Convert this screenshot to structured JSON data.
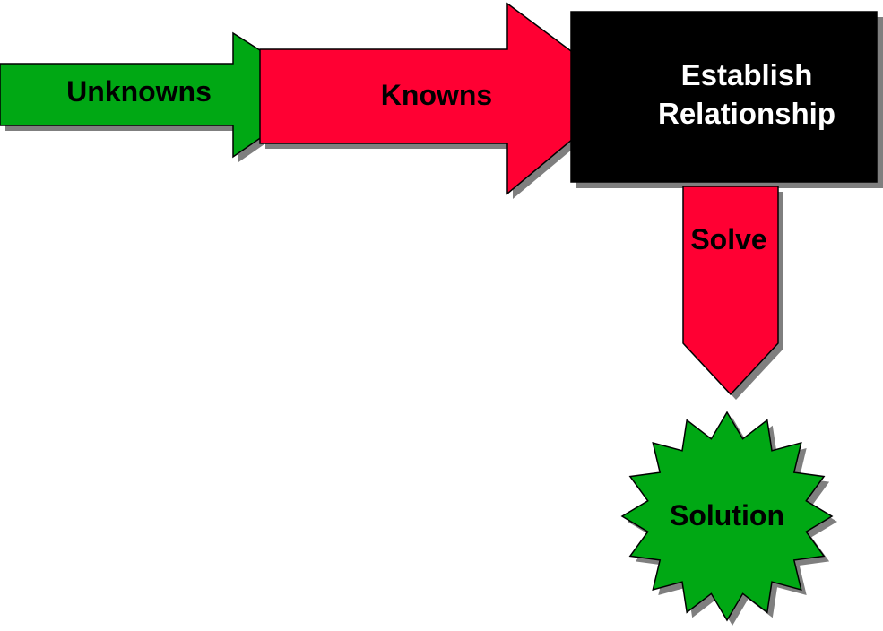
{
  "diagram": {
    "unknowns": {
      "label": "Unknowns",
      "color": "#00a814"
    },
    "knowns": {
      "label": "Knowns",
      "color": "#ff0033"
    },
    "establish": {
      "line1": "Establish",
      "line2": "Relationship",
      "color": "#000000",
      "text_color": "#ffffff"
    },
    "solve": {
      "label": "Solve",
      "color": "#ff0033"
    },
    "solution": {
      "label": "Solution",
      "color": "#00a814"
    },
    "shadow_color": "#7f7f7f",
    "outline_color": "#000000"
  }
}
